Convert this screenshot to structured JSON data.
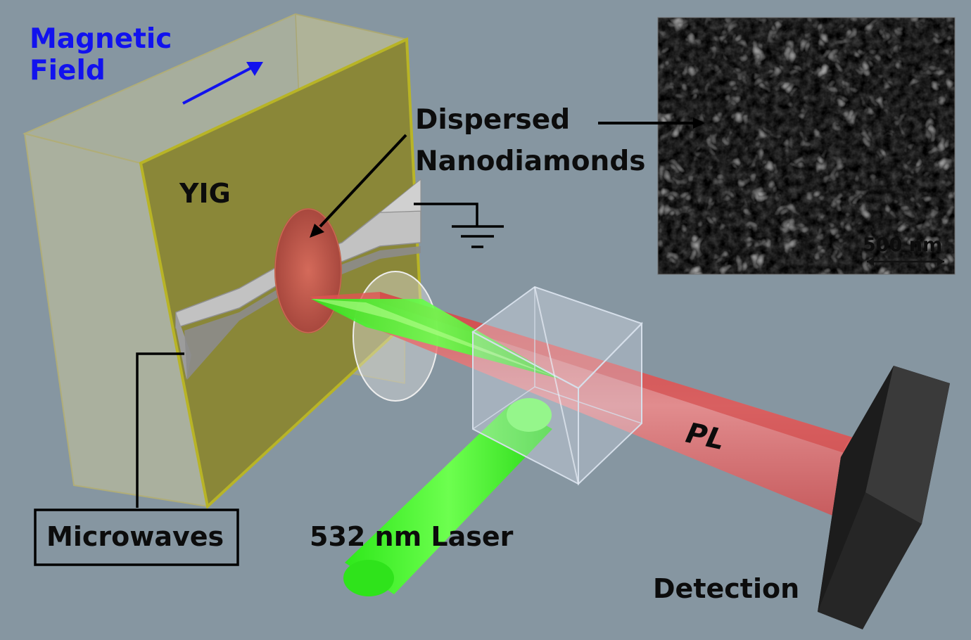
{
  "labels": {
    "magnetic_field": [
      "Magnetic",
      "Field"
    ],
    "dispersed_nanodiamonds": [
      "Dispersed",
      "Nanodiamonds"
    ],
    "yig": "YIG",
    "microwaves": "Microwaves",
    "laser": "532 nm Laser",
    "pl": "PL",
    "detection": "Detection",
    "scale_bar": "500 nm"
  },
  "colors": {
    "background": "#8696a1",
    "field_label": "#1212ee",
    "yig_film": "#8a8738",
    "laser_beam": "#33ff22",
    "pl_beam": "#ee6a6a",
    "detector": "#222222"
  },
  "icons": [
    "ground-icon",
    "field-arrow-icon"
  ]
}
